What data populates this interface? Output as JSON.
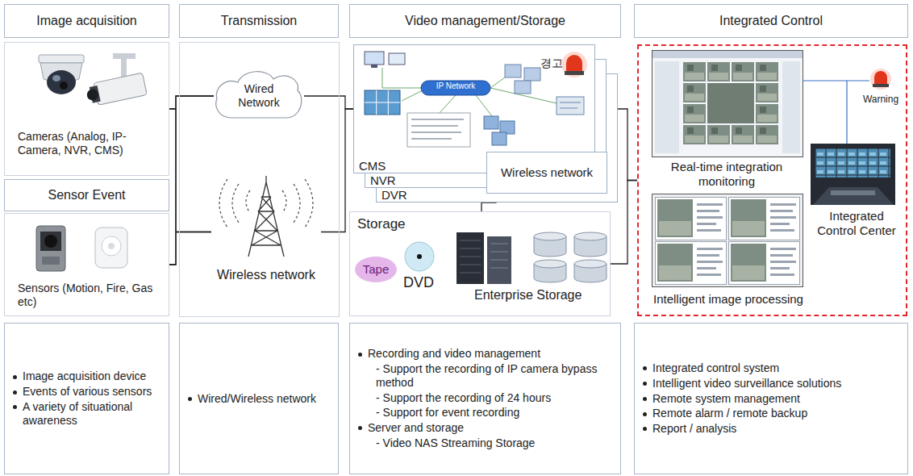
{
  "diagram": {
    "nodes": [
      {
        "text": [
          "Image acquisition"
        ]
      },
      {
        "text": [
          "Transmission"
        ]
      },
      {
        "text": [
          "Video management/Storage"
        ]
      },
      {
        "text": [
          "Integrated Control"
        ]
      },
      {
        "text": [
          "Cameras (Analog, IP-Camera, NVR, CMS)"
        ]
      },
      {
        "text": [
          "Sensor Event"
        ]
      },
      {
        "text": [
          "Sensors (Motion, Fire, Gas etc)"
        ]
      },
      {
        "text": [
          "Wired Network"
        ]
      },
      {
        "text": [
          "Wireless network"
        ]
      },
      {
        "text": [
          "CMS"
        ]
      },
      {
        "text": [
          "NVR"
        ]
      },
      {
        "text": [
          "DVR"
        ]
      },
      {
        "text": [
          "Wireless network"
        ]
      },
      {
        "text": [
          "Storage"
        ]
      },
      {
        "text": [
          "Tape"
        ],
        "in": 13
      },
      {
        "text": [
          "Real-time integration monitoring",
          "Warning",
          "Integrated Control Center",
          "Intelligent image processing"
        ]
      },
      {
        "text": [
          "Image acquisition device",
          "Events of various sensors",
          "A variety of situational awareness"
        ]
      },
      {
        "text": [
          "Wired/Wireless network"
        ]
      },
      {
        "text": [
          "Recording and video management",
          "- Support the recording of IP camera bypass method",
          "- Support the recording of 24 hours",
          "- Support for event recording",
          "Server and storage",
          "- Video NAS Streaming Storage"
        ]
      },
      {
        "text": [
          "Integrated control system",
          "Intelligent video surveillance solutions",
          "Remote system management",
          "Remote alarm / remote backup",
          "Report / analysis"
        ]
      }
    ],
    "edges": [
      {
        "from": 4,
        "to": 7,
        "arrow": "none"
      },
      {
        "from": 4,
        "to": 8,
        "arrow": "none"
      },
      {
        "from": 6,
        "to": 7,
        "arrow": "none"
      },
      {
        "from": 6,
        "to": 8,
        "arrow": "none"
      },
      {
        "from": 7,
        "to": 9,
        "arrow": "none"
      },
      {
        "from": 8,
        "to": 9,
        "arrow": "none"
      },
      {
        "from": 9,
        "to": 15,
        "arrow": "none"
      },
      {
        "from": 13,
        "to": 15,
        "arrow": "none"
      },
      {
        "from": 12,
        "to": 13,
        "arrow": "none"
      }
    ],
    "labels": [
      "IP Network",
      "경고",
      "DVD",
      "Enterprise Storage"
    ]
  }
}
